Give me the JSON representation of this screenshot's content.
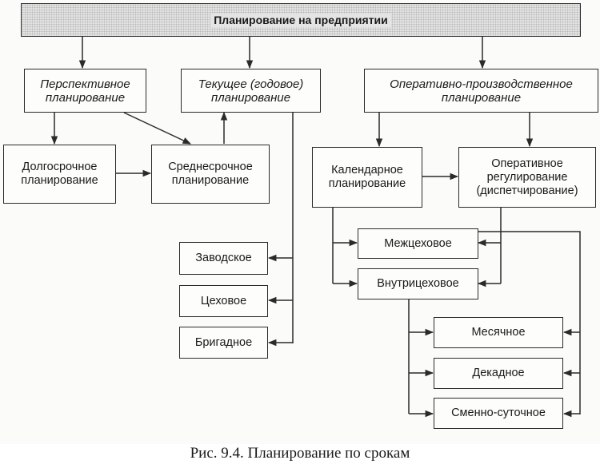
{
  "diagram": {
    "title": "Планирование на предприятии",
    "perspective": "Перспективное\nпланирование",
    "current": "Текущее (годовое)\nпланирование",
    "operational": "Оперативно-производственное\nпланирование",
    "long_term": "Долгосрочное\nпланирование",
    "medium_term": "Среднесрочное\nпланирование",
    "calendar": "Календарное\nпланирование",
    "regulation": "Оперативное\nрегулирование\n(диспетчирование)",
    "plant": "Заводское",
    "shop": "Цеховое",
    "brigade": "Бригадное",
    "inter_shop": "Межцеховое",
    "intra_shop": "Внутрицеховое",
    "monthly": "Месячное",
    "decade": "Декадное",
    "shift_daily": "Сменно-суточное"
  },
  "caption": "Рис. 9.4. Планирование по срокам"
}
